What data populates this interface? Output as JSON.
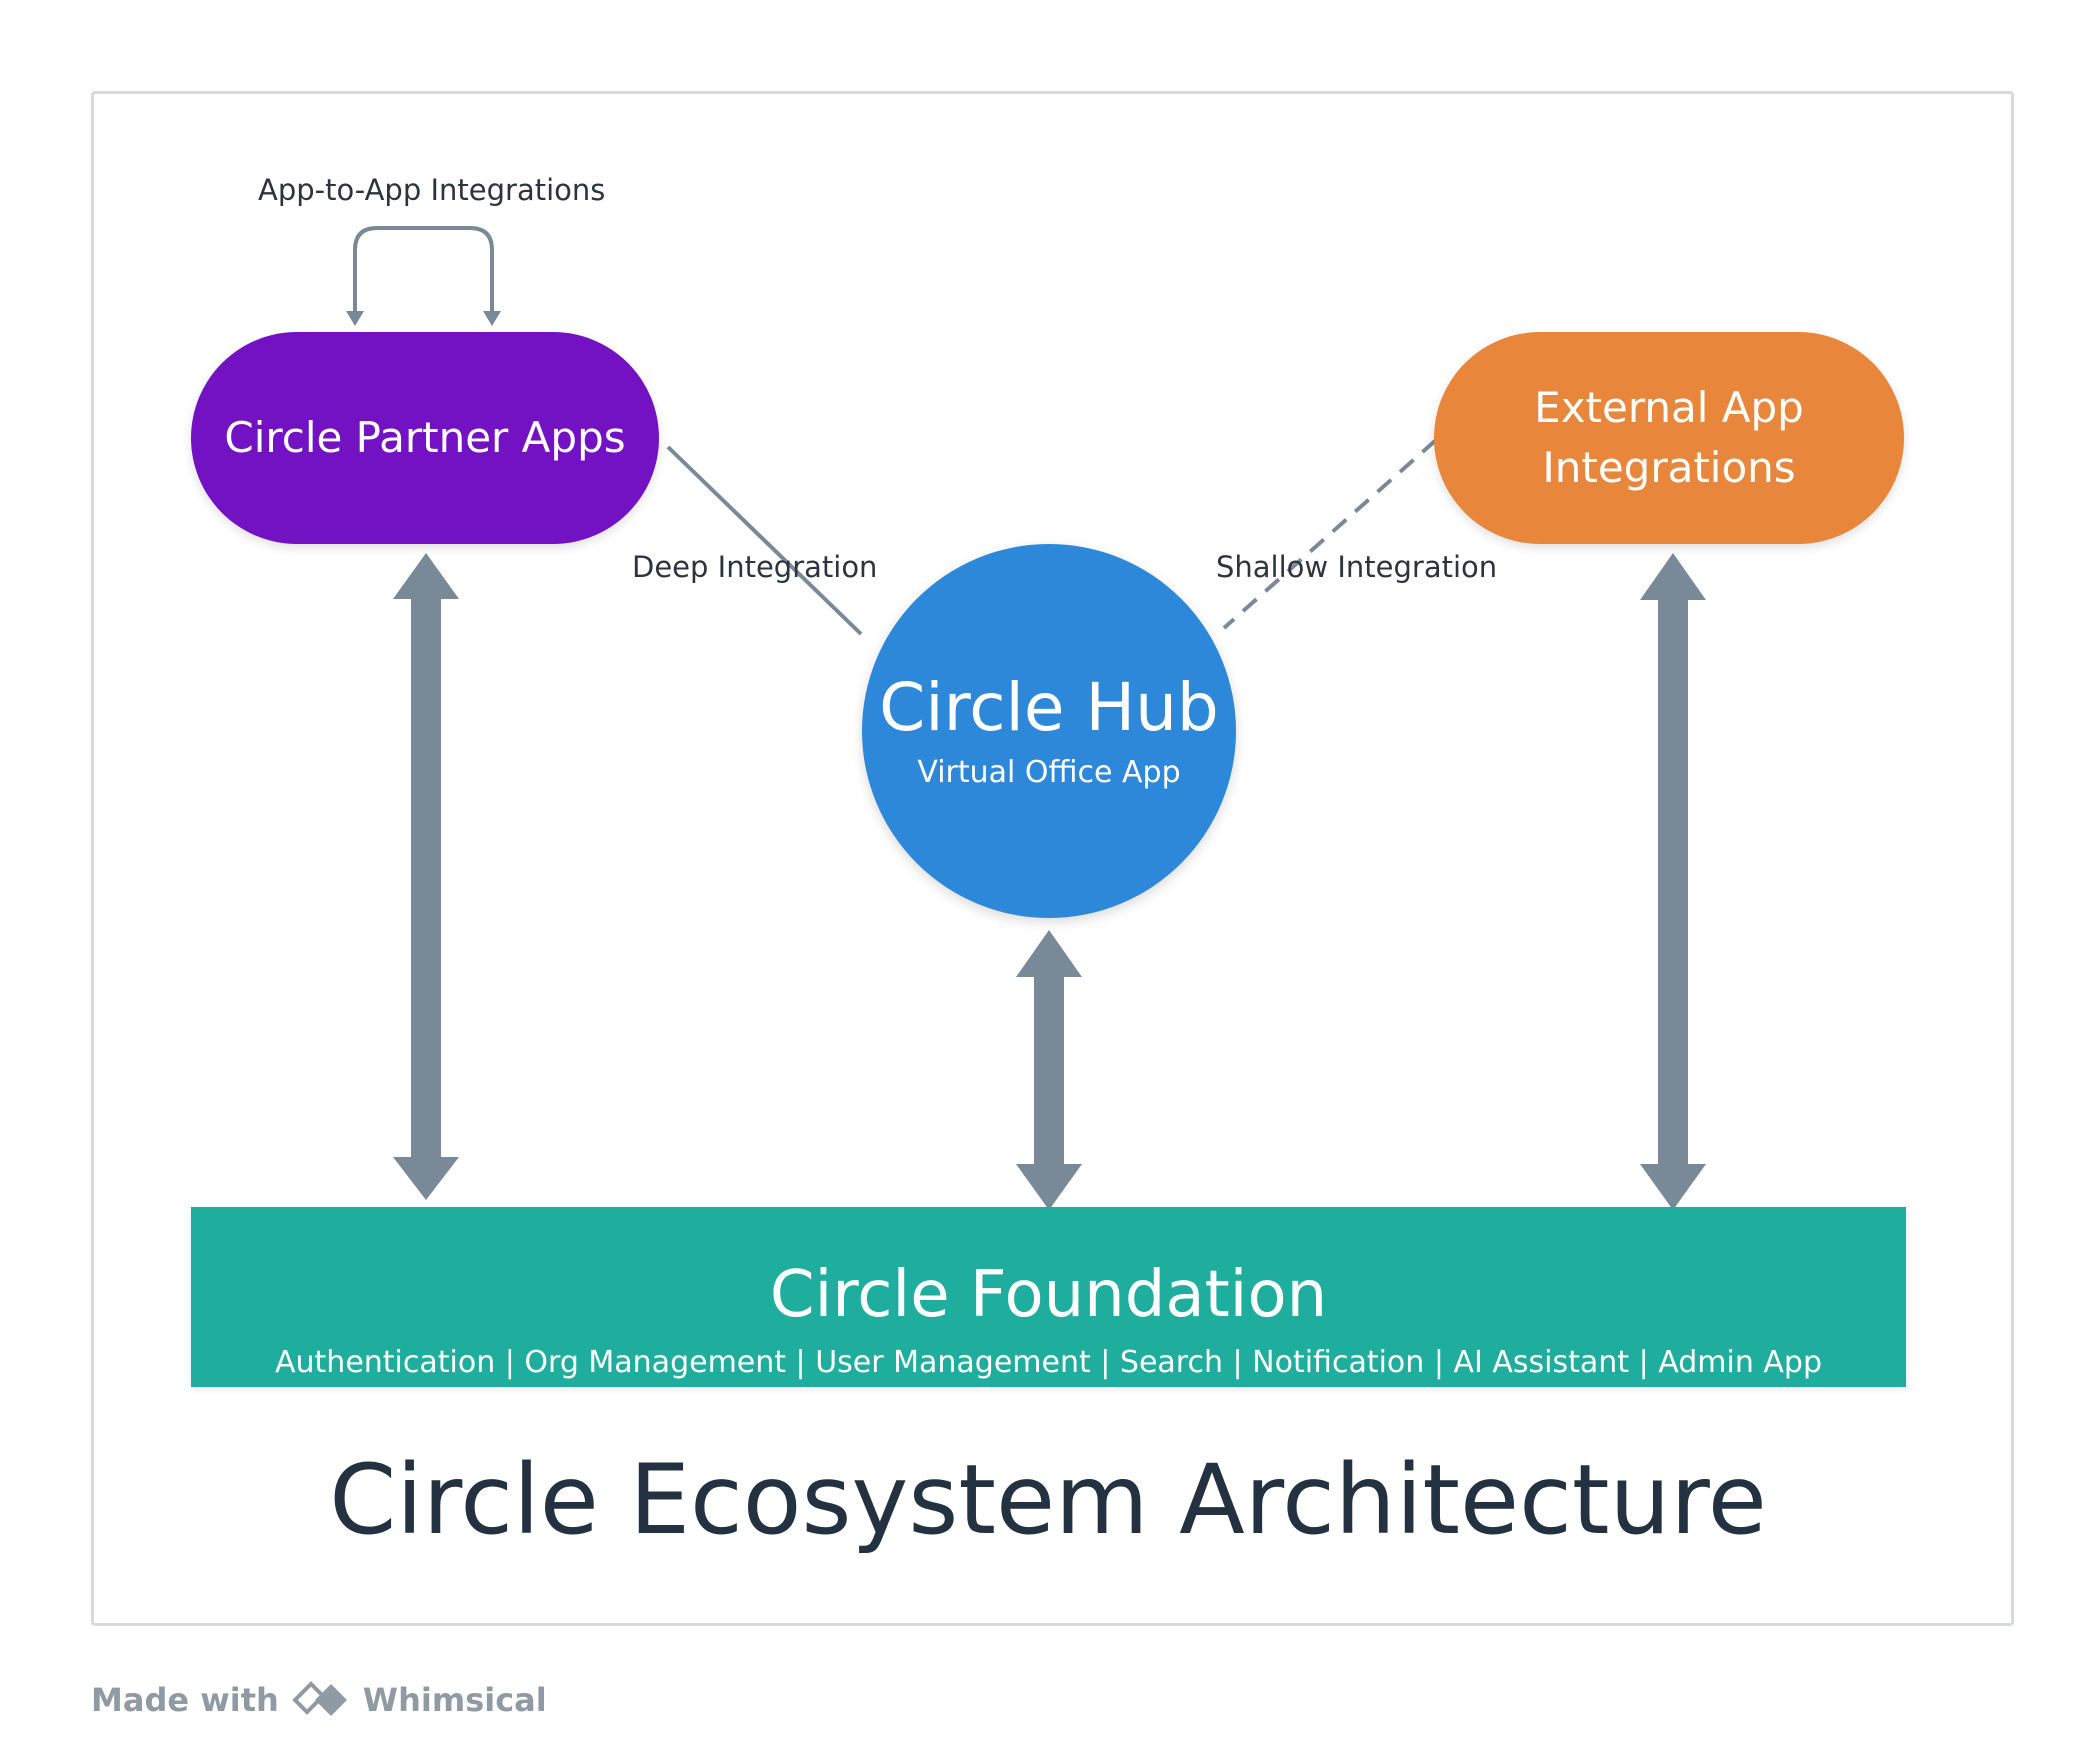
{
  "nodes": {
    "partner_apps": "Circle Partner Apps",
    "external_line1": "External App",
    "external_line2": "Integrations",
    "hub_title": "Circle Hub",
    "hub_subtitle": "Virtual Office App",
    "foundation_title": "Circle Foundation",
    "foundation_features": "Authentication | Org Management | User Management | Search | Notification |  AI Assistant | Admin App"
  },
  "edges": {
    "app_to_app": "App-to-App Integrations",
    "deep": "Deep  Integration",
    "shallow": "Shallow  Integration"
  },
  "title": "Circle Ecosystem Architecture",
  "footer": {
    "made_with": "Made with",
    "brand": "Whimsical"
  },
  "colors": {
    "partner": "#7212c3",
    "external": "#e8863c",
    "hub": "#2d88d9",
    "foundation": "#1fae9d",
    "arrows": "#7a8998"
  }
}
